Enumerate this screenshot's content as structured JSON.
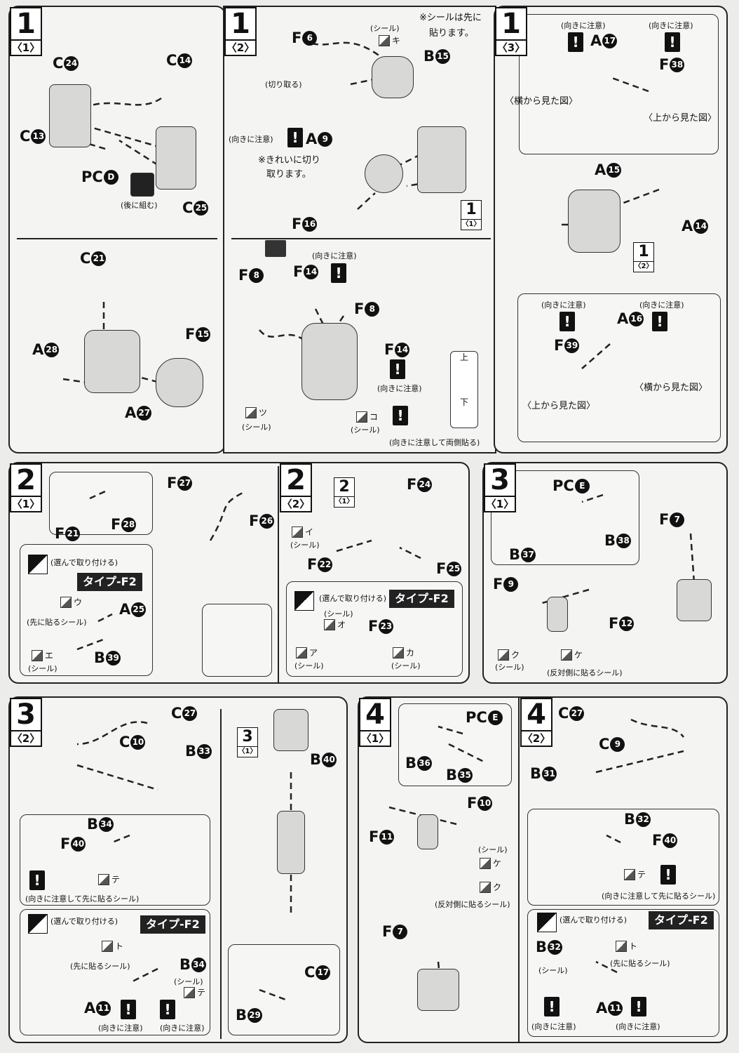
{
  "p1a": {
    "step": "1",
    "sub": "〈1〉",
    "parts": [
      {
        "l": "C",
        "n": "24"
      },
      {
        "l": "C",
        "n": "14"
      },
      {
        "l": "C",
        "n": "13"
      },
      {
        "l": "PC",
        "n": "D"
      },
      {
        "l": "C",
        "n": "25"
      },
      {
        "l": "C",
        "n": "21"
      },
      {
        "l": "F",
        "n": "15"
      },
      {
        "l": "A",
        "n": "28"
      },
      {
        "l": "A",
        "n": "27"
      }
    ],
    "notes": [
      "(後に組む)"
    ]
  },
  "p1b": {
    "step": "1",
    "sub": "〈2〉",
    "parts": [
      {
        "l": "F",
        "n": "6"
      },
      {
        "l": "B",
        "n": "15"
      },
      {
        "l": "A",
        "n": "9"
      },
      {
        "l": "F",
        "n": "16"
      },
      {
        "l": "F",
        "n": "8"
      },
      {
        "l": "F",
        "n": "14"
      },
      {
        "l": "F",
        "n": "8"
      },
      {
        "l": "F",
        "n": "14"
      }
    ],
    "notes": [
      "(シール)",
      "※シールは先に",
      "貼ります。",
      "(切り取る)",
      "(向きに注意)",
      "※きれいに切り",
      "取ります。",
      "(向きに注意)",
      "(向きに注意)",
      "(シール)",
      "(シール)",
      "(向きに注意して両側貼る)",
      "上",
      "下"
    ],
    "stickers": [
      "キ",
      "ツ",
      "コ"
    ],
    "ref": {
      "step": "1",
      "sub": "〈1〉"
    }
  },
  "p1c": {
    "step": "1",
    "sub": "〈3〉",
    "parts": [
      {
        "l": "A",
        "n": "17"
      },
      {
        "l": "F",
        "n": "38"
      },
      {
        "l": "A",
        "n": "15"
      },
      {
        "l": "A",
        "n": "14"
      },
      {
        "l": "A",
        "n": "16"
      },
      {
        "l": "F",
        "n": "39"
      }
    ],
    "notes": [
      "(向きに注意)",
      "(向きに注意)",
      "〈横から見た図〉",
      "〈上から見た図〉",
      "(向きに注意)",
      "(向きに注意)",
      "〈上から見た図〉",
      "〈横から見た図〉"
    ],
    "ref": {
      "step": "1",
      "sub": "〈2〉"
    }
  },
  "p2a": {
    "step": "2",
    "sub": "〈1〉",
    "parts": [
      {
        "l": "F",
        "n": "21"
      },
      {
        "l": "F",
        "n": "28"
      },
      {
        "l": "F",
        "n": "27"
      },
      {
        "l": "F",
        "n": "26"
      },
      {
        "l": "A",
        "n": "25"
      },
      {
        "l": "B",
        "n": "39"
      }
    ],
    "notes": [
      "(選んで取り付ける)",
      "(先に貼るシール)",
      "(シール)"
    ],
    "type": "タイプ-F2",
    "stickers": [
      "ウ",
      "エ"
    ]
  },
  "p2b": {
    "step": "2",
    "sub": "〈2〉",
    "parts": [
      {
        "l": "F",
        "n": "24"
      },
      {
        "l": "F",
        "n": "22"
      },
      {
        "l": "F",
        "n": "25"
      },
      {
        "l": "F",
        "n": "23"
      }
    ],
    "notes": [
      "(シール)",
      "(選んで取り付ける)",
      "(シール)",
      "(シール)",
      "(シール)"
    ],
    "type": "タイプ-F2",
    "stickers": [
      "イ",
      "オ",
      "ア",
      "カ"
    ],
    "ref": {
      "step": "2",
      "sub": "〈1〉"
    }
  },
  "p3a": {
    "step": "3",
    "sub": "〈1〉",
    "parts": [
      {
        "l": "PC",
        "n": "E"
      },
      {
        "l": "B",
        "n": "38"
      },
      {
        "l": "B",
        "n": "37"
      },
      {
        "l": "F",
        "n": "7"
      },
      {
        "l": "F",
        "n": "9"
      },
      {
        "l": "F",
        "n": "12"
      }
    ],
    "notes": [
      "(シール)",
      "(反対側に貼るシール)"
    ],
    "stickers": [
      "ク",
      "ケ"
    ]
  },
  "p3b": {
    "step": "3",
    "sub": "〈2〉",
    "parts": [
      {
        "l": "C",
        "n": "27"
      },
      {
        "l": "C",
        "n": "10"
      },
      {
        "l": "B",
        "n": "33"
      },
      {
        "l": "B",
        "n": "34"
      },
      {
        "l": "F",
        "n": "40"
      },
      {
        "l": "B",
        "n": "34"
      },
      {
        "l": "A",
        "n": "11"
      },
      {
        "l": "B",
        "n": "40"
      },
      {
        "l": "C",
        "n": "17"
      },
      {
        "l": "B",
        "n": "29"
      }
    ],
    "notes": [
      "(向きに注意して先に貼るシール)",
      "(選んで取り付ける)",
      "(先に貼るシール)",
      "(シール)",
      "(向きに注意)",
      "(向きに注意)"
    ],
    "type": "タイプ-F2",
    "stickers": [
      "テ",
      "ト",
      "テ"
    ],
    "ref": {
      "step": "3",
      "sub": "〈1〉"
    }
  },
  "p4a": {
    "step": "4",
    "sub": "〈1〉",
    "parts": [
      {
        "l": "PC",
        "n": "E"
      },
      {
        "l": "B",
        "n": "36"
      },
      {
        "l": "B",
        "n": "35"
      },
      {
        "l": "F",
        "n": "10"
      },
      {
        "l": "F",
        "n": "11"
      },
      {
        "l": "F",
        "n": "7"
      }
    ],
    "notes": [
      "(シール)",
      "(反対側に貼るシール)"
    ],
    "stickers": [
      "ケ",
      "ク"
    ]
  },
  "p4b": {
    "step": "4",
    "sub": "〈2〉",
    "parts": [
      {
        "l": "C",
        "n": "27"
      },
      {
        "l": "C",
        "n": "9"
      },
      {
        "l": "B",
        "n": "31"
      },
      {
        "l": "B",
        "n": "32"
      },
      {
        "l": "F",
        "n": "40"
      },
      {
        "l": "B",
        "n": "32"
      },
      {
        "l": "A",
        "n": "11"
      }
    ],
    "notes": [
      "(向きに注意して先に貼るシール)",
      "(選んで取り付ける)",
      "(先に貼るシール)",
      "(シール)",
      "(向きに注意)",
      "(向きに注意)"
    ],
    "type": "タイプ-F2",
    "stickers": [
      "テ",
      "ト"
    ]
  },
  "warn_glyph": "!",
  "order": [
    "1",
    "2",
    "3"
  ]
}
